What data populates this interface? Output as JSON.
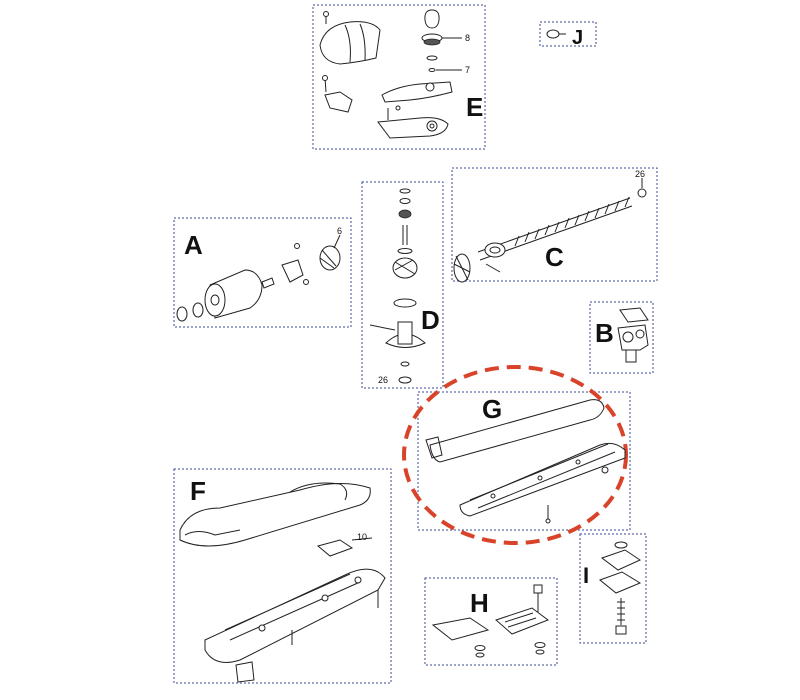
{
  "groups": {
    "A": {
      "label": "A",
      "numbers": [
        "6"
      ]
    },
    "B": {
      "label": "B"
    },
    "C": {
      "label": "C",
      "numbers": [
        "26"
      ]
    },
    "D": {
      "label": "D",
      "numbers": [
        "26"
      ]
    },
    "E": {
      "label": "E",
      "numbers": [
        "8",
        "7"
      ]
    },
    "F": {
      "label": "F",
      "numbers": [
        "10"
      ]
    },
    "G": {
      "label": "G"
    },
    "H": {
      "label": "H"
    },
    "I": {
      "label": "I"
    },
    "J": {
      "label": "J"
    }
  },
  "colors": {
    "box_border": "#3a4a9a",
    "highlight": "#d9432a",
    "line": "#222222"
  }
}
